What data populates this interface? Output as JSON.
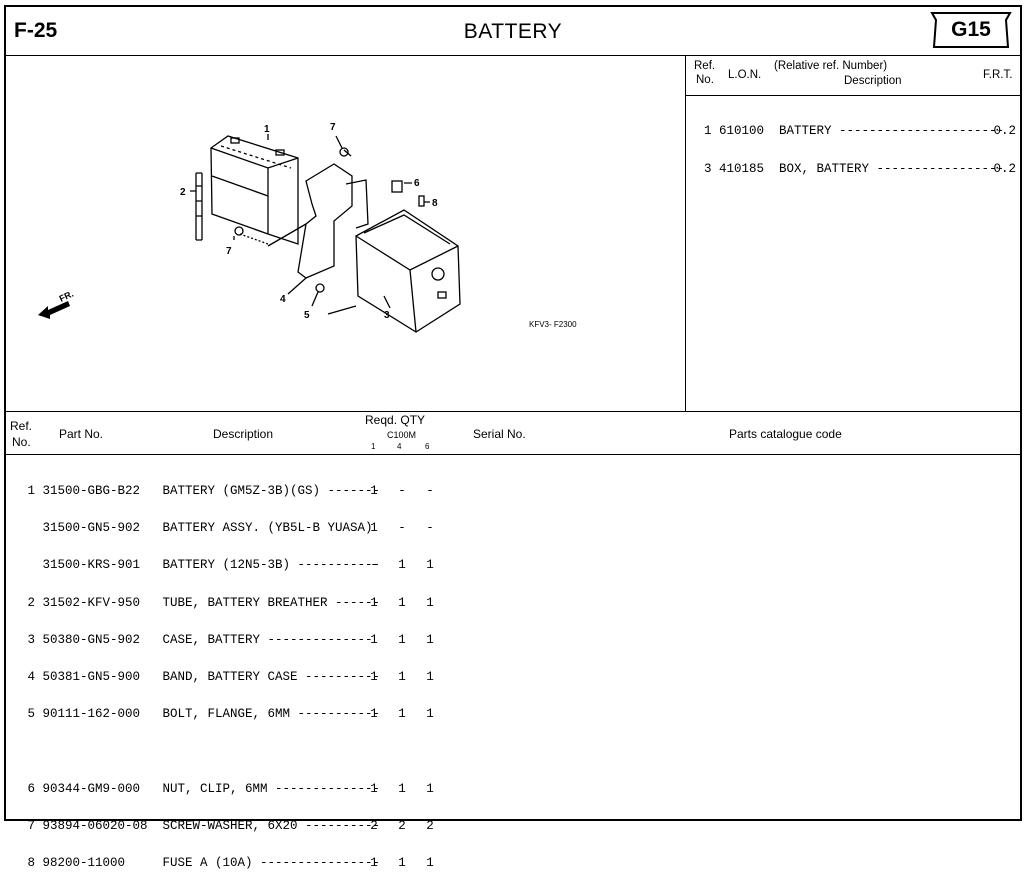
{
  "header": {
    "figure_no": "F-25",
    "title": "BATTERY",
    "group_code": "G15"
  },
  "diagram": {
    "callouts": [
      "1",
      "2",
      "3",
      "4",
      "5",
      "6",
      "7",
      "7",
      "8"
    ],
    "front_marker": "FR.",
    "drawing_code": "KFV3- F2300"
  },
  "lon_panel": {
    "col_ref": "Ref.",
    "col_no": "No.",
    "col_lon": "L.O.N.",
    "col_relative": "(Relative ref. Number)",
    "col_description": "Description",
    "col_frt": "F.R.T.",
    "rows": [
      {
        "line": "1 610100  BATTERY ----------------------",
        "frt": "0.2"
      },
      {
        "line": "3 410185  BOX, BATTERY -----------------",
        "frt": "0.2"
      }
    ]
  },
  "parts_table": {
    "col_ref": "Ref.",
    "col_no": "No.",
    "col_part_no": "Part No.",
    "col_description": "Description",
    "col_reqd_qty": "Reqd. QTY",
    "col_model": "C100M",
    "col_model_cols": [
      "1",
      "4",
      "6"
    ],
    "col_serial": "Serial No.",
    "col_catalogue": "Parts catalogue code",
    "rows": [
      {
        "line": " 1 31500-GBG-B22   BATTERY (GM5Z-3B)(GS) -------",
        "q1": "1",
        "q4": "-",
        "q6": "-"
      },
      {
        "line": "   31500-GN5-902   BATTERY ASSY. (YB5L-B YUASA)",
        "q1": "1",
        "q4": "-",
        "q6": "-"
      },
      {
        "line": "   31500-KRS-901   BATTERY (12N5-3B) -----------",
        "q1": "-",
        "q4": "1",
        "q6": "1"
      },
      {
        "line": " 2 31502-KFV-950   TUBE, BATTERY BREATHER ------",
        "q1": "1",
        "q4": "1",
        "q6": "1"
      },
      {
        "line": " 3 50380-GN5-902   CASE, BATTERY --------------",
        "q1": "1",
        "q4": "1",
        "q6": "1"
      },
      {
        "line": " 4 50381-GN5-900   BAND, BATTERY CASE ----------",
        "q1": "1",
        "q4": "1",
        "q6": "1"
      },
      {
        "line": " 5 90111-162-000   BOLT, FLANGE, 6MM -----------",
        "q1": "1",
        "q4": "1",
        "q6": "1"
      },
      {
        "line": "",
        "q1": "",
        "q4": "",
        "q6": ""
      },
      {
        "line": " 6 90344-GM9-000   NUT, CLIP, 6MM --------------",
        "q1": "1",
        "q4": "1",
        "q6": "1"
      },
      {
        "line": " 7 93894-06020-08  SCREW-WASHER, 6X20 ----------",
        "q1": "2",
        "q4": "2",
        "q6": "2"
      },
      {
        "line": " 8 98200-11000     FUSE A (10A) ----------------",
        "q1": "1",
        "q4": "1",
        "q6": "1"
      }
    ]
  }
}
